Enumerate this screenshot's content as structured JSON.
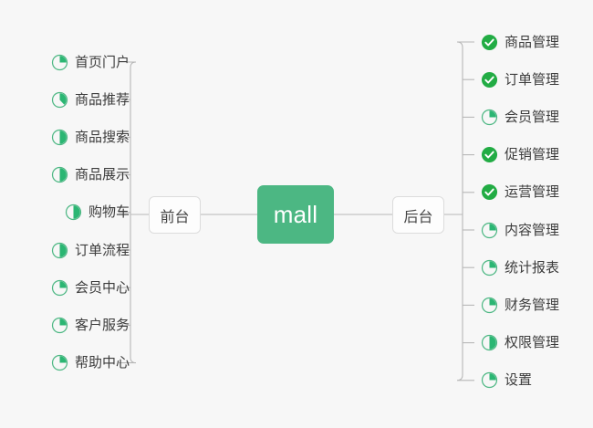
{
  "diagram": {
    "type": "mind-map",
    "background_color": "#f7f7f7",
    "accent_color": "#4cb783",
    "done_color": "#22ac44",
    "line_color": "#b7b7b7",
    "root": {
      "label": "mall",
      "text_color": "#ffffff",
      "fill_color": "#4cb783"
    },
    "branches": [
      {
        "id": "frontend",
        "label": "前台",
        "side": "left",
        "items": [
          {
            "label": "首页门户",
            "status": "partial",
            "progress": 25
          },
          {
            "label": "商品推荐",
            "status": "partial",
            "progress": 38
          },
          {
            "label": "商品搜索",
            "status": "partial",
            "progress": 50
          },
          {
            "label": "商品展示",
            "status": "partial",
            "progress": 50
          },
          {
            "label": "购物车",
            "status": "partial",
            "progress": 50
          },
          {
            "label": "订单流程",
            "status": "partial",
            "progress": 50
          },
          {
            "label": "会员中心",
            "status": "partial",
            "progress": 25
          },
          {
            "label": "客户服务",
            "status": "partial",
            "progress": 25
          },
          {
            "label": "帮助中心",
            "status": "partial",
            "progress": 25
          }
        ]
      },
      {
        "id": "backend",
        "label": "后台",
        "side": "right",
        "items": [
          {
            "label": "商品管理",
            "status": "done",
            "progress": 100
          },
          {
            "label": "订单管理",
            "status": "done",
            "progress": 100
          },
          {
            "label": "会员管理",
            "status": "partial",
            "progress": 25
          },
          {
            "label": "促销管理",
            "status": "done",
            "progress": 100
          },
          {
            "label": "运营管理",
            "status": "done",
            "progress": 100
          },
          {
            "label": "内容管理",
            "status": "partial",
            "progress": 25
          },
          {
            "label": "统计报表",
            "status": "partial",
            "progress": 25
          },
          {
            "label": "财务管理",
            "status": "partial",
            "progress": 25
          },
          {
            "label": "权限管理",
            "status": "partial",
            "progress": 50
          },
          {
            "label": "设置",
            "status": "partial",
            "progress": 25
          }
        ]
      }
    ]
  }
}
